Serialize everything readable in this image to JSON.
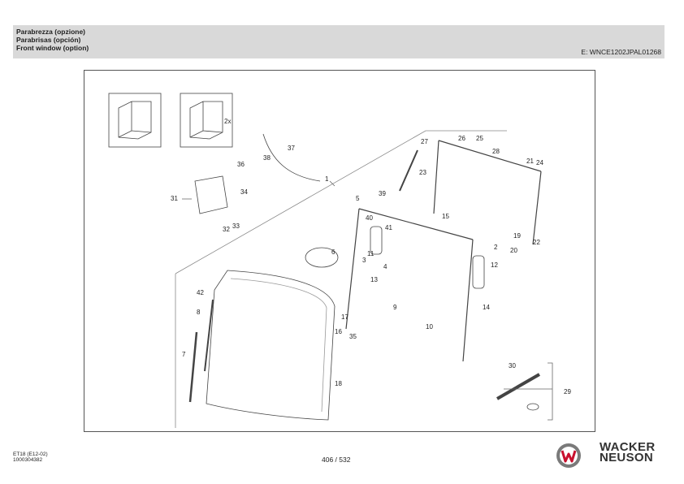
{
  "header": {
    "title_it": "Parabrezza (opzione)",
    "title_es": "Parabrisas (opción)",
    "title_en": "Front window (option)",
    "doc_code": "E: WNCE1202JPAL01268"
  },
  "diagram": {
    "inset_label": "2x",
    "callouts": [
      "1",
      "2",
      "3",
      "4",
      "5",
      "6",
      "7",
      "8",
      "9",
      "10",
      "11",
      "12",
      "13",
      "14",
      "15",
      "16",
      "17",
      "18",
      "19",
      "20",
      "21",
      "22",
      "23",
      "24",
      "25",
      "26",
      "27",
      "28",
      "29",
      "30",
      "31",
      "32",
      "33",
      "34",
      "35",
      "36",
      "37",
      "38",
      "39",
      "40",
      "41",
      "42"
    ]
  },
  "footer": {
    "model": "ET18 (E12-02)",
    "part_no": "1000304382",
    "page": "406 / 532",
    "brand_line1": "WACKER",
    "brand_line2": "NEUSON"
  }
}
